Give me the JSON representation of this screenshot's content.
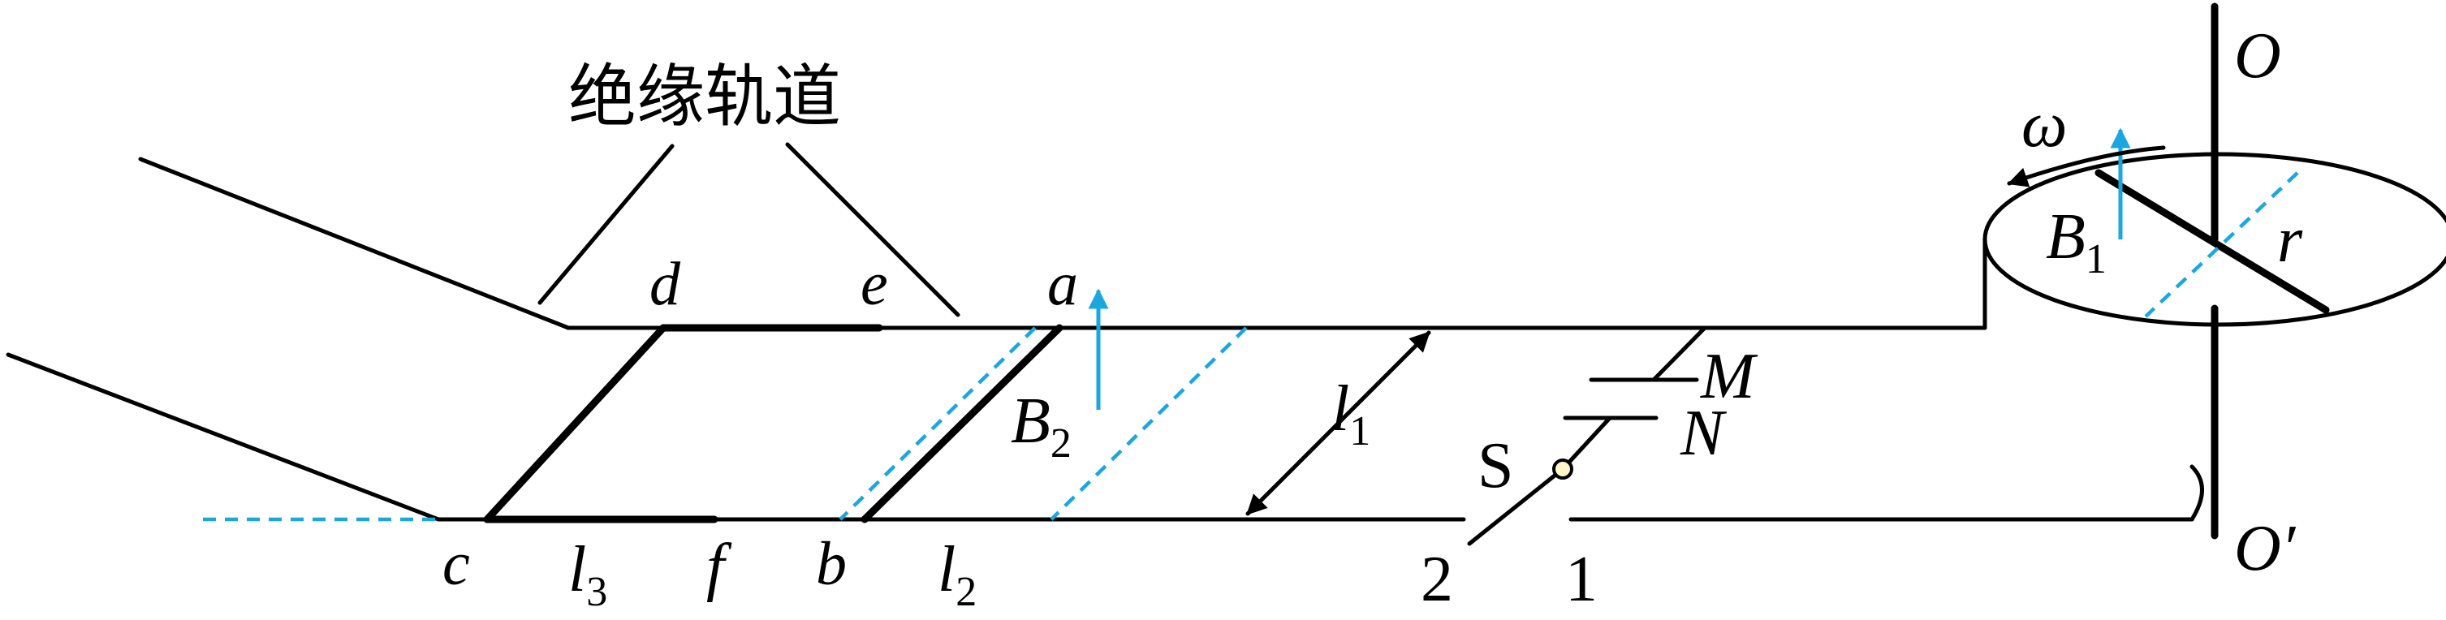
{
  "title": "绝缘轨道",
  "labels": {
    "a": "a",
    "b": "b",
    "c": "c",
    "d": "d",
    "e": "e",
    "f": "f",
    "l1": "l",
    "l1_sub": "1",
    "l2": "l",
    "l2_sub": "2",
    "l3": "l",
    "l3_sub": "3",
    "B1": "B",
    "B1_sub": "1",
    "B2": "B",
    "B2_sub": "2",
    "r": "r",
    "omega": "ω",
    "O": "O",
    "O_prime": "O′",
    "M": "M",
    "N": "N",
    "S": "S",
    "switch_2": "2",
    "switch_1": "1"
  },
  "colors": {
    "line": "#000000",
    "field": "#1aa7e0"
  }
}
